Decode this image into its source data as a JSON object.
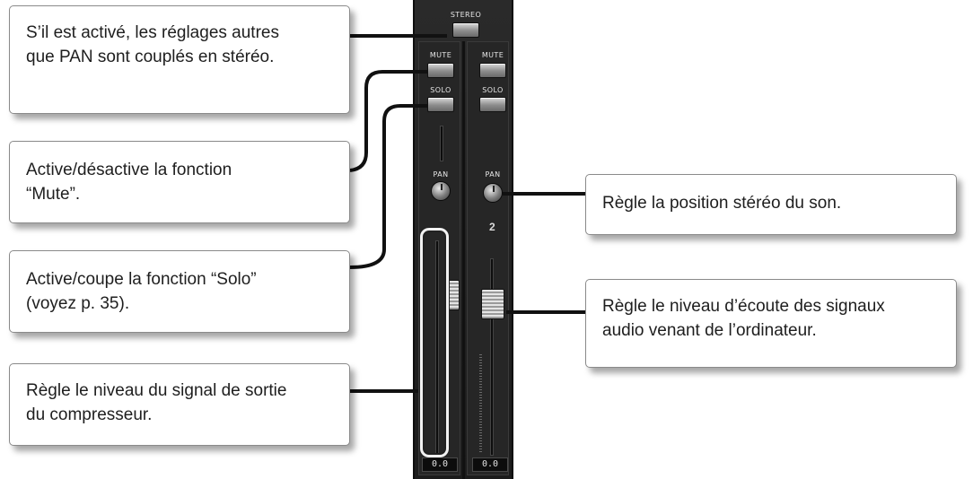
{
  "callouts": {
    "stereo": "S’il est activé, les réglages autres\nque PAN sont couplés en  stéréo.",
    "mute": " Active/désactive la fonction\n“Mute”.",
    "solo": " Active/coupe la fonction “Solo”\n(voyez p. 35).",
    "level": "Règle le niveau du signal de sortie\ndu compresseur.",
    "pan": "Règle la  position stéréo du son.",
    "fader": "Règle le niveau d’écoute des signaux\naudio venant de l’ordinateur."
  },
  "mixer": {
    "stereo_label": "STEREO",
    "ch1": {
      "mute_label": "MUTE",
      "solo_label": "SOLO",
      "pan_label": "PAN",
      "value": "0.0"
    },
    "ch2": {
      "mute_label": "MUTE",
      "solo_label": "SOLO",
      "pan_label": "PAN",
      "number": "2",
      "value": "0.0"
    }
  },
  "colors": {
    "panel": "#1e1e1e",
    "callout_border": "#8a8a8a",
    "connector": "#111111"
  }
}
